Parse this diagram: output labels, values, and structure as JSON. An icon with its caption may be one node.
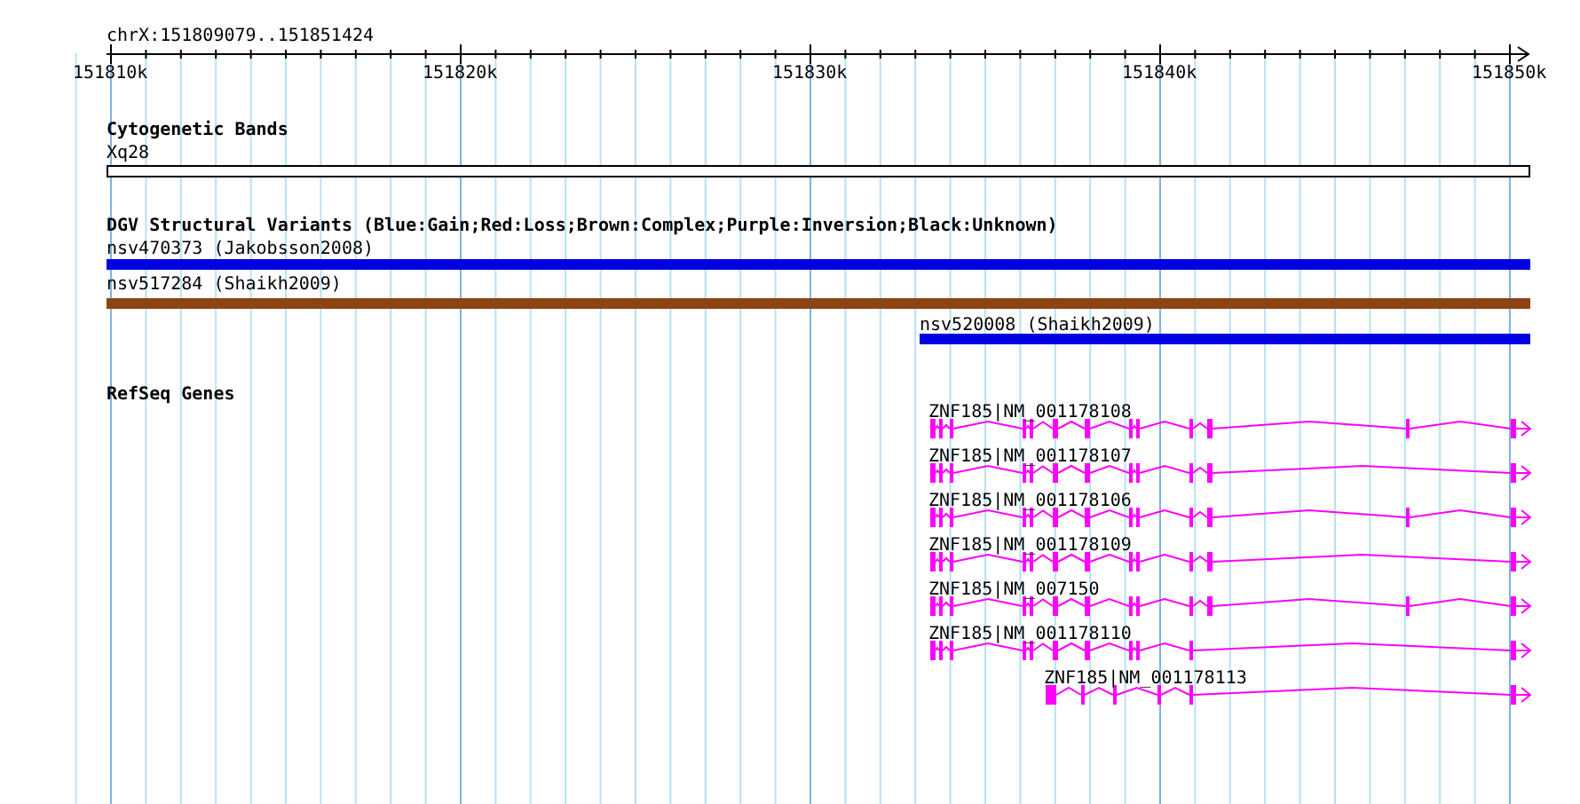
{
  "diagram": {
    "title": "chrX:151809079..151851424",
    "nodes": [
      {
        "text": [
          "Xq28"
        ]
      },
      {
        "text": [
          "nsv470373 (Jakobsson2008)"
        ]
      },
      {
        "text": [
          "nsv517284 (Shaikh2009)"
        ]
      },
      {
        "text": [
          "nsv520008 (Shaikh2009)"
        ]
      },
      {
        "text": [
          "ZNF185|NM_001178108"
        ]
      },
      {
        "text": [
          "ZNF185|NM_001178107"
        ]
      },
      {
        "text": [
          "ZNF185|NM_001178106"
        ]
      },
      {
        "text": [
          "ZNF185|NM_001178109"
        ]
      },
      {
        "text": [
          "ZNF185|NM_007150"
        ]
      },
      {
        "text": [
          "ZNF185|NM_001178110"
        ]
      },
      {
        "text": [
          "ZNF185|NM_001178113"
        ]
      }
    ],
    "labels": [
      "151810k",
      "151820k",
      "151830k",
      "151840k",
      "151850k",
      "Cytogenetic Bands",
      "DGV Structural Variants (Blue:Gain;Red:Loss;Brown:Complex;Purple:Inversion;Black:Unknown)",
      "RefSeq Genes"
    ]
  }
}
